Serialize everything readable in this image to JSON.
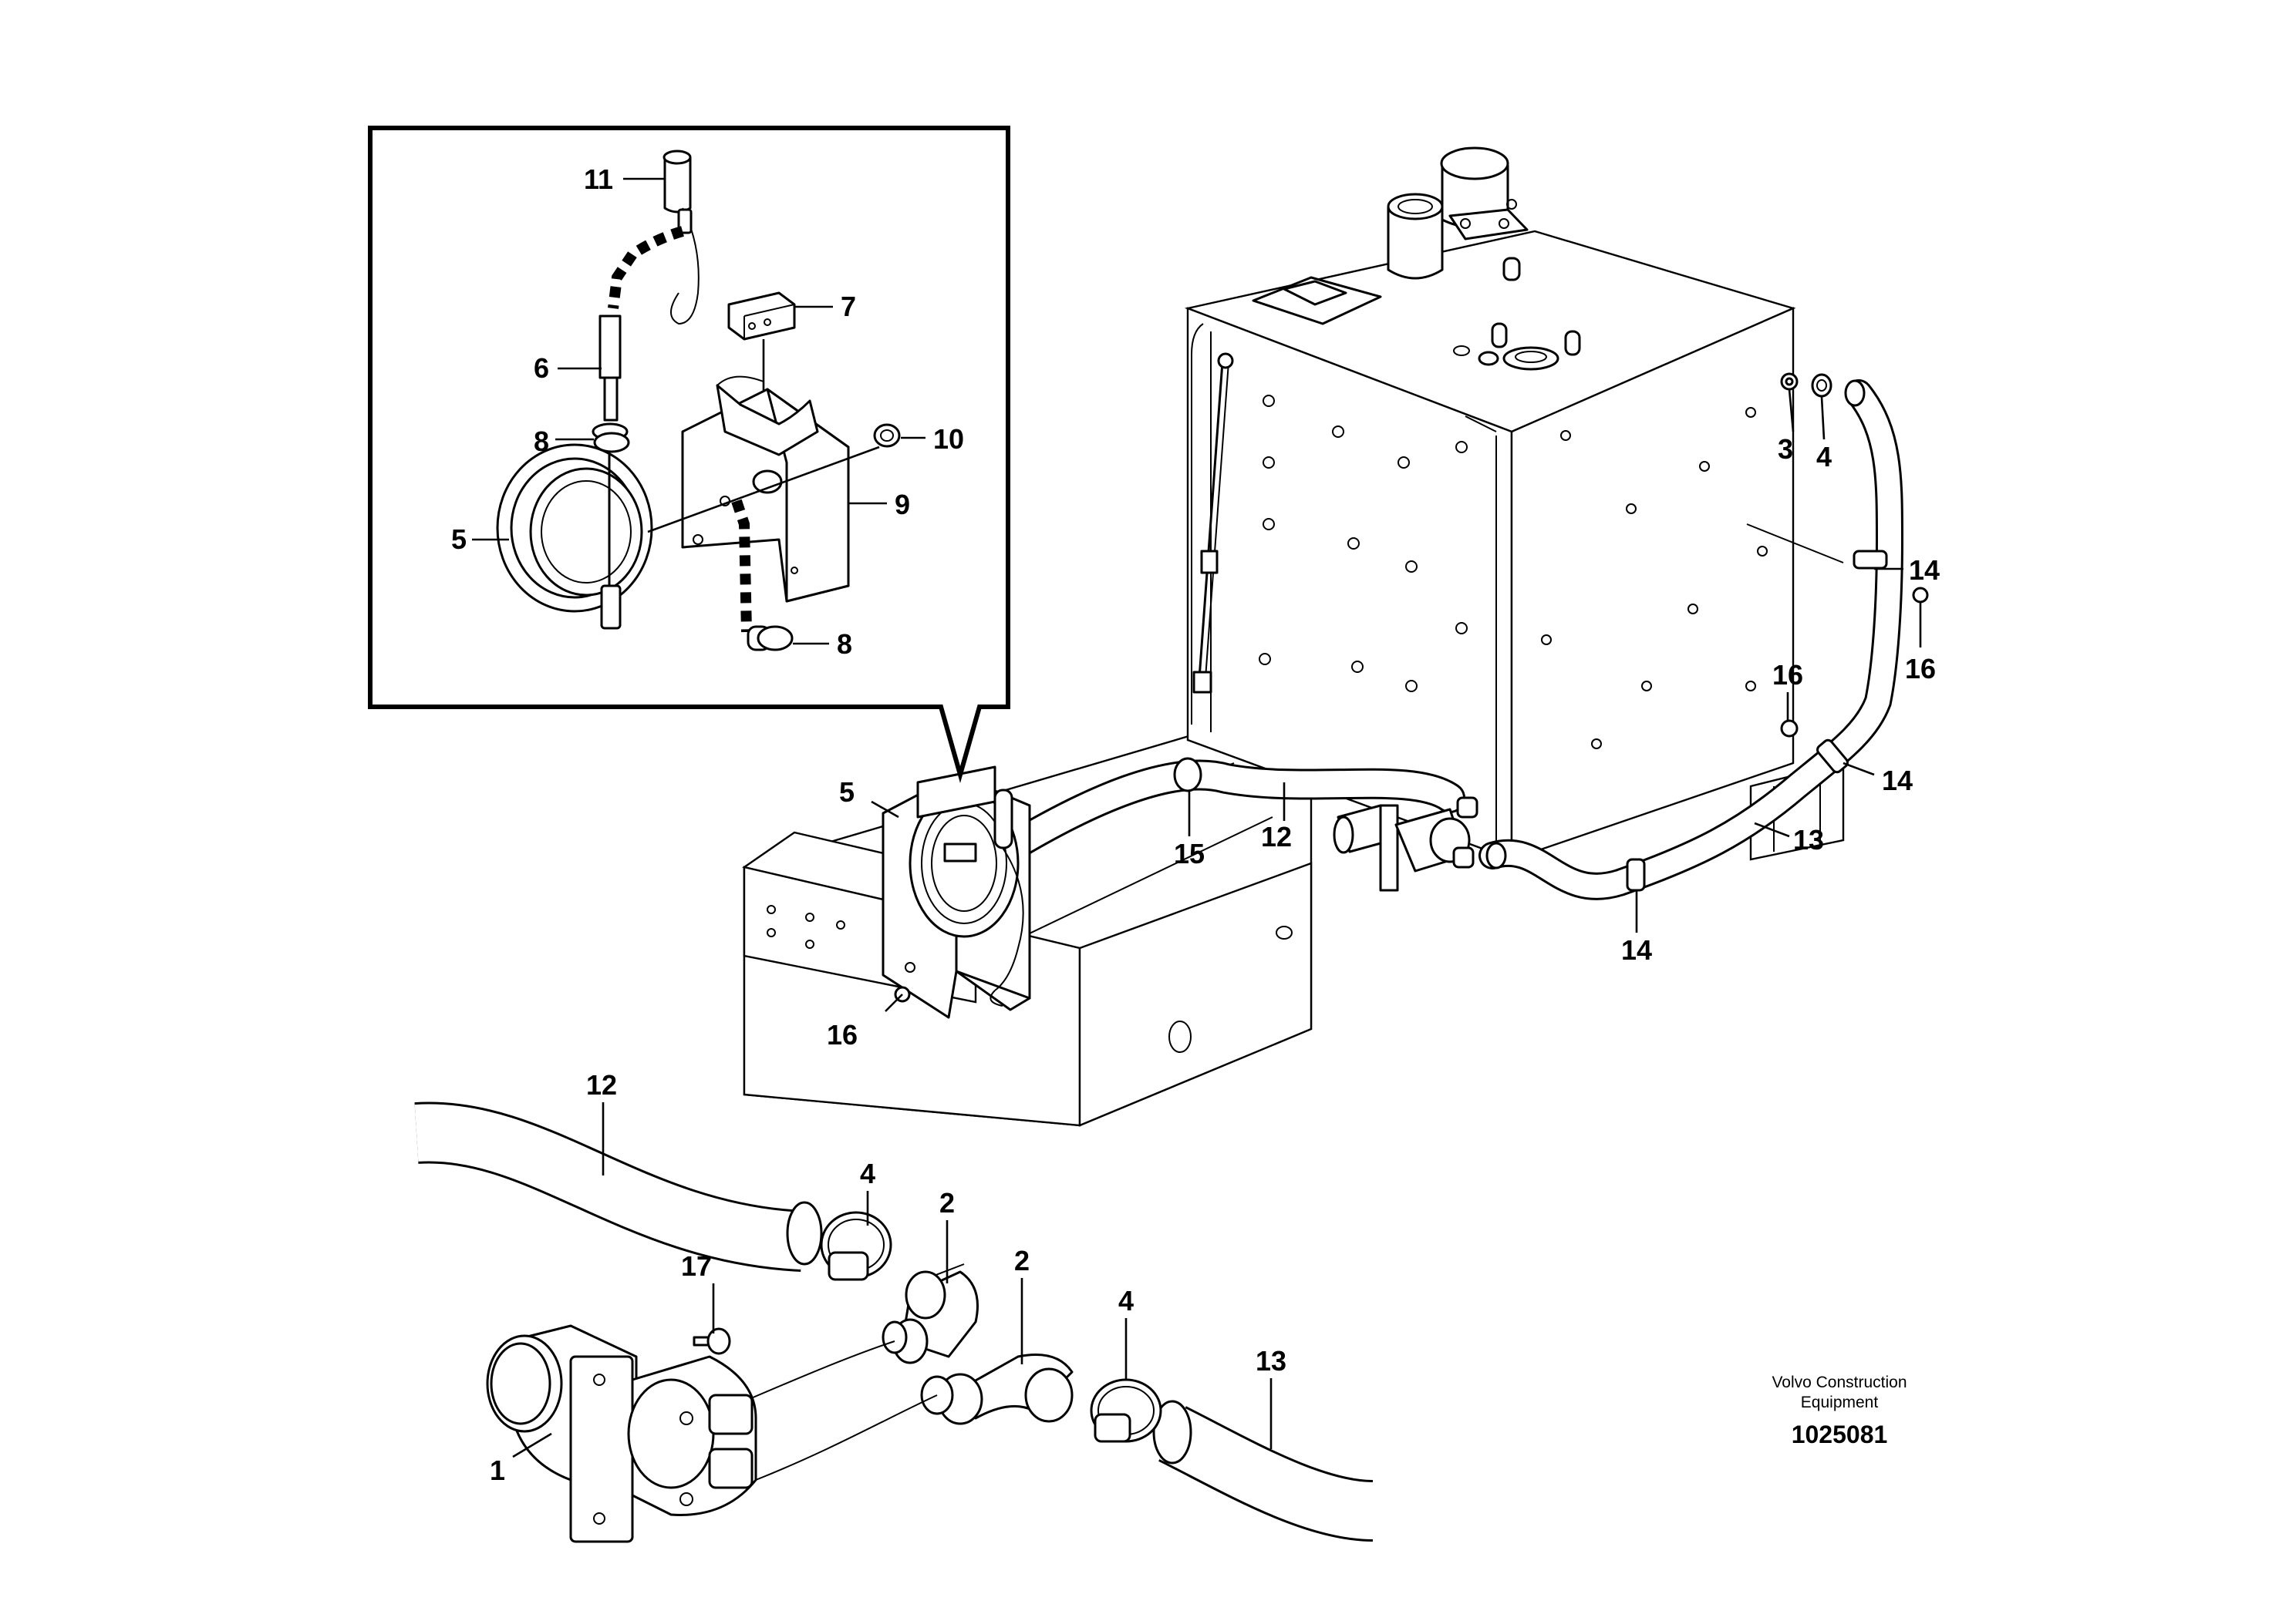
{
  "callouts": {
    "inset_11": "11",
    "inset_7": "7",
    "inset_6": "6",
    "inset_8a": "8",
    "inset_10": "10",
    "inset_9": "9",
    "inset_5": "5",
    "inset_8b": "8",
    "tank_3": "3",
    "tank_4": "4",
    "tank_14a": "14",
    "tank_16a": "16",
    "tank_16b": "16",
    "tank_14b": "14",
    "tank_13": "13",
    "tank_14c": "14",
    "heater_5": "5",
    "hose_15": "15",
    "hose_12": "12",
    "heater_16": "16",
    "detail_12": "12",
    "detail_4a": "4",
    "detail_2a": "2",
    "detail_17": "17",
    "detail_2b": "2",
    "detail_4b": "4",
    "detail_13": "13",
    "detail_1": "1"
  },
  "watermark": {
    "line1": "Volvo Construction",
    "line2": "Equipment",
    "id": "1025081"
  }
}
